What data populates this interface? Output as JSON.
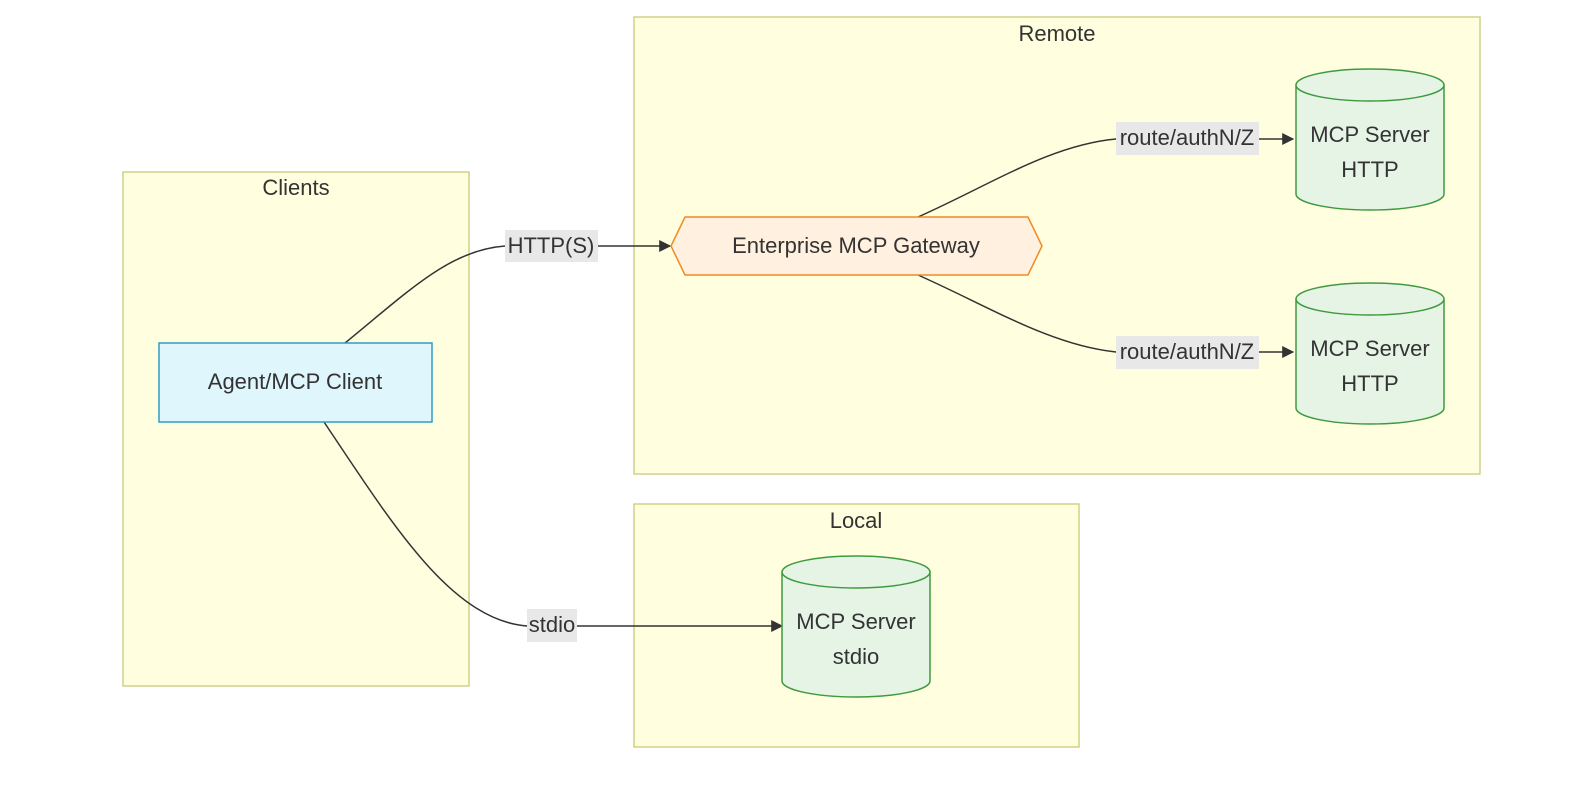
{
  "clusters": {
    "clients": {
      "label": "Clients"
    },
    "remote": {
      "label": "Remote"
    },
    "local": {
      "label": "Local"
    }
  },
  "nodes": {
    "agent_client": {
      "label": "Agent/MCP Client"
    },
    "gateway": {
      "label": "Enterprise MCP Gateway"
    },
    "server_http_1": {
      "line1": "MCP Server",
      "line2": "HTTP"
    },
    "server_http_2": {
      "line1": "MCP Server",
      "line2": "HTTP"
    },
    "server_stdio": {
      "line1": "MCP Server",
      "line2": "stdio"
    }
  },
  "edges": {
    "client_to_gateway": {
      "label": "HTTP(S)"
    },
    "gateway_to_server_1": {
      "label": "route/authN/Z"
    },
    "gateway_to_server_2": {
      "label": "route/authN/Z"
    },
    "client_to_stdio": {
      "label": "stdio"
    }
  },
  "colors": {
    "cluster_fill": "#ffffdf",
    "client_fill": "#dff6fd",
    "gateway_fill": "#fff0df",
    "server_fill": "#e6f4e6"
  }
}
